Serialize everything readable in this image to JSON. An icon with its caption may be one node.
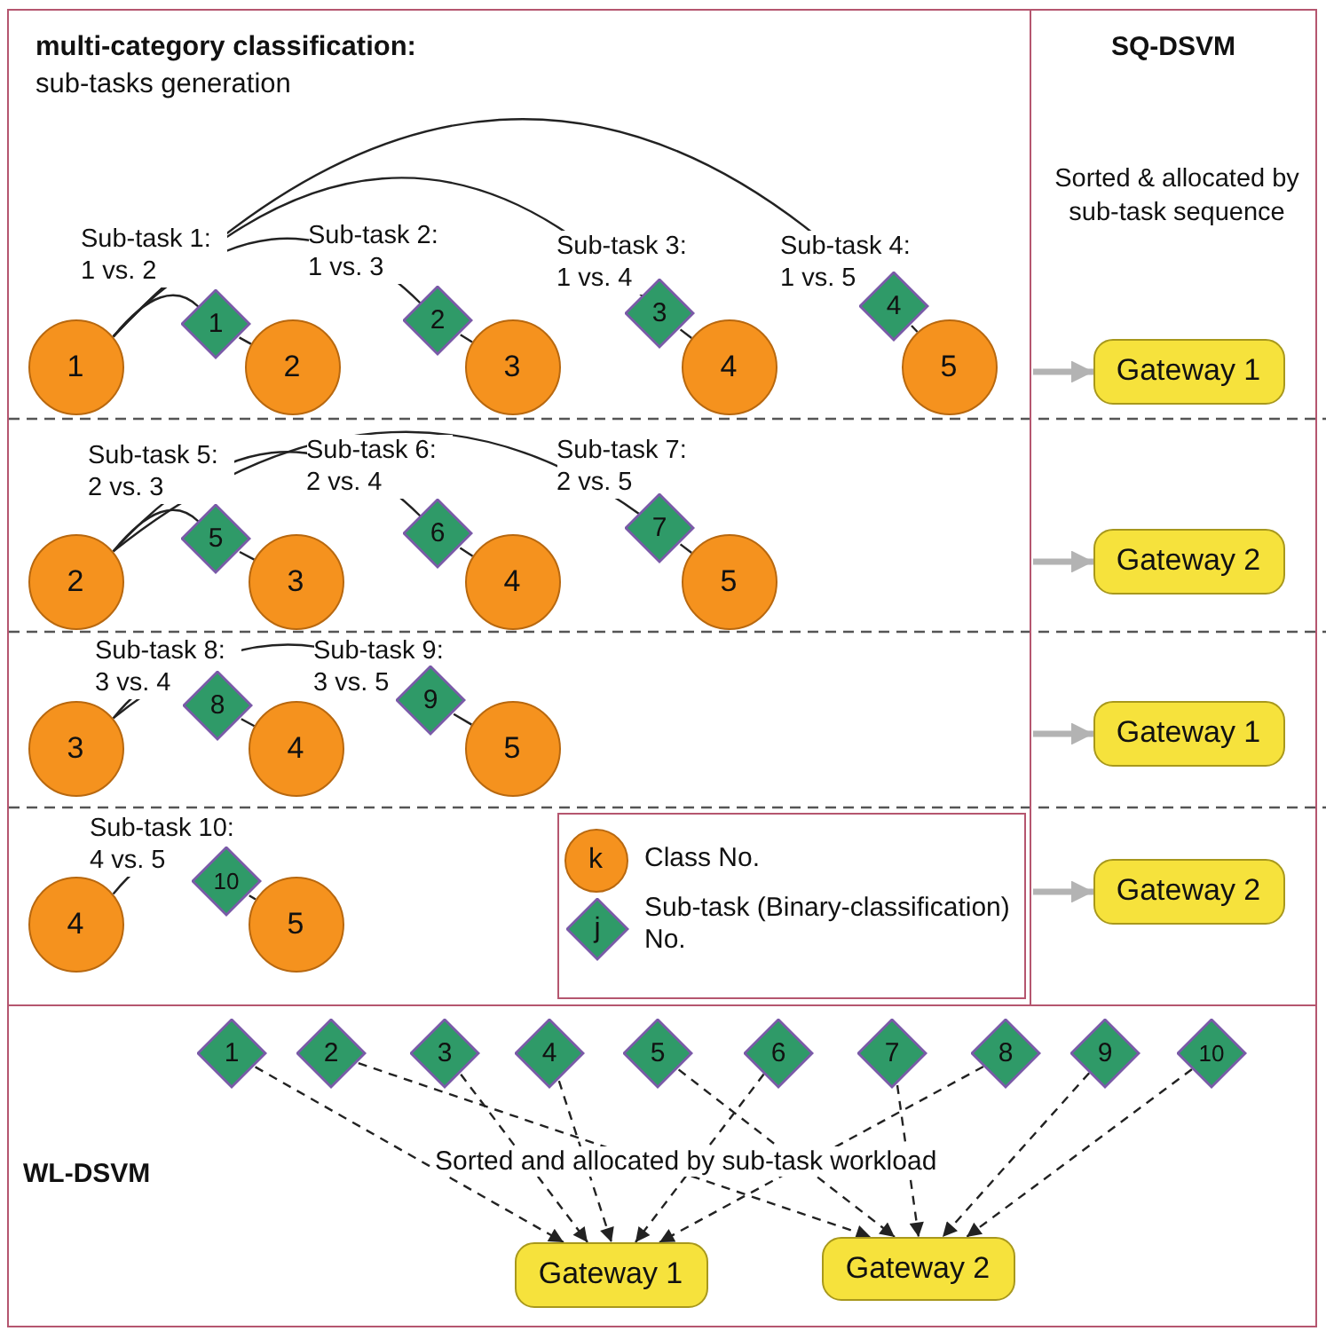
{
  "diagram": {
    "nodes": [
      {
        "text": [
          "multi-category classification:",
          "sub-tasks generation"
        ]
      },
      {
        "text": [
          "1"
        ],
        "in": 0
      },
      {
        "text": [
          "1"
        ],
        "in": 0,
        "beside": [
          "Sub-task 1: 1 vs. 2"
        ]
      },
      {
        "text": [
          "2"
        ],
        "in": 0
      },
      {
        "text": [
          "2"
        ],
        "in": 0,
        "beside": [
          "Sub-task 2: 1 vs. 3"
        ]
      },
      {
        "text": [
          "3"
        ],
        "in": 0
      },
      {
        "text": [
          "3"
        ],
        "in": 0,
        "beside": [
          "Sub-task 3: 1 vs. 4"
        ]
      },
      {
        "text": [
          "4"
        ],
        "in": 0
      },
      {
        "text": [
          "4"
        ],
        "in": 0,
        "beside": [
          "Sub-task 4: 1 vs. 5"
        ]
      },
      {
        "text": [
          "5"
        ],
        "in": 0
      },
      {
        "text": [
          "2"
        ],
        "in": 0
      },
      {
        "text": [
          "5"
        ],
        "in": 0,
        "beside": [
          "Sub-task 5: 2 vs. 3"
        ]
      },
      {
        "text": [
          "3"
        ],
        "in": 0
      },
      {
        "text": [
          "6"
        ],
        "in": 0,
        "beside": [
          "Sub-task 6: 2 vs. 4"
        ]
      },
      {
        "text": [
          "4"
        ],
        "in": 0
      },
      {
        "text": [
          "7"
        ],
        "in": 0,
        "beside": [
          "Sub-task 7: 2 vs. 5"
        ]
      },
      {
        "text": [
          "5"
        ],
        "in": 0
      },
      {
        "text": [
          "3"
        ],
        "in": 0
      },
      {
        "text": [
          "8"
        ],
        "in": 0,
        "beside": [
          "Sub-task 8: 3 vs. 4"
        ]
      },
      {
        "text": [
          "4"
        ],
        "in": 0
      },
      {
        "text": [
          "9"
        ],
        "in": 0,
        "beside": [
          "Sub-task 9: 3 vs. 5"
        ]
      },
      {
        "text": [
          "5"
        ],
        "in": 0
      },
      {
        "text": [
          "4"
        ],
        "in": 0
      },
      {
        "text": [
          "10"
        ],
        "in": 0,
        "beside": [
          "Sub-task 10: 4 vs. 5"
        ]
      },
      {
        "text": [
          "5"
        ],
        "in": 0
      },
      {
        "text": [
          "SQ-DSVM",
          "Sorted & allocated by sub-task sequence"
        ]
      },
      {
        "text": [
          "Gateway 1"
        ],
        "in": 25
      },
      {
        "text": [
          "Gateway 2"
        ],
        "in": 25
      },
      {
        "text": [
          "Gateway 1"
        ],
        "in": 25
      },
      {
        "text": [
          "Gateway 2"
        ],
        "in": 25
      },
      {
        "text": [
          "WL-DSVM",
          "Sorted and allocated by sub-task workload"
        ]
      },
      {
        "text": [
          "1"
        ],
        "in": 30
      },
      {
        "text": [
          "2"
        ],
        "in": 30
      },
      {
        "text": [
          "3"
        ],
        "in": 30
      },
      {
        "text": [
          "4"
        ],
        "in": 30
      },
      {
        "text": [
          "5"
        ],
        "in": 30
      },
      {
        "text": [
          "6"
        ],
        "in": 30
      },
      {
        "text": [
          "7"
        ],
        "in": 30
      },
      {
        "text": [
          "8"
        ],
        "in": 30
      },
      {
        "text": [
          "9"
        ],
        "in": 30
      },
      {
        "text": [
          "10"
        ],
        "in": 30
      },
      {
        "text": [
          "Gateway 1"
        ],
        "in": 30
      },
      {
        "text": [
          "Gateway 2"
        ],
        "in": 30
      }
    ],
    "edges": [
      {
        "from": 1,
        "to": 2,
        "arrow": "none"
      },
      {
        "from": 2,
        "to": 3,
        "arrow": "none"
      },
      {
        "from": 1,
        "to": 4,
        "arrow": "none"
      },
      {
        "from": 4,
        "to": 5,
        "arrow": "none"
      },
      {
        "from": 1,
        "to": 6,
        "arrow": "none"
      },
      {
        "from": 6,
        "to": 7,
        "arrow": "none"
      },
      {
        "from": 1,
        "to": 8,
        "arrow": "none"
      },
      {
        "from": 8,
        "to": 9,
        "arrow": "none"
      },
      {
        "from": 10,
        "to": 11,
        "arrow": "none"
      },
      {
        "from": 11,
        "to": 12,
        "arrow": "none"
      },
      {
        "from": 10,
        "to": 13,
        "arrow": "none"
      },
      {
        "from": 13,
        "to": 14,
        "arrow": "none"
      },
      {
        "from": 10,
        "to": 15,
        "arrow": "none"
      },
      {
        "from": 15,
        "to": 16,
        "arrow": "none"
      },
      {
        "from": 17,
        "to": 18,
        "arrow": "none"
      },
      {
        "from": 18,
        "to": 19,
        "arrow": "none"
      },
      {
        "from": 17,
        "to": 20,
        "arrow": "none"
      },
      {
        "from": 20,
        "to": 21,
        "arrow": "none"
      },
      {
        "from": 22,
        "to": 23,
        "arrow": "none"
      },
      {
        "from": 23,
        "to": 24,
        "arrow": "none"
      },
      {
        "from": null,
        "to": 26,
        "arrow": "to",
        "style": "thick",
        "color": "#b3b3b3"
      },
      {
        "from": null,
        "to": 27,
        "arrow": "to",
        "style": "thick",
        "color": "#b3b3b3"
      },
      {
        "from": null,
        "to": 28,
        "arrow": "to",
        "style": "thick",
        "color": "#b3b3b3"
      },
      {
        "from": null,
        "to": 29,
        "arrow": "to",
        "style": "thick",
        "color": "#b3b3b3"
      },
      {
        "from": 31,
        "to": 41,
        "arrow": "to",
        "style": "dashed"
      },
      {
        "from": 32,
        "to": 42,
        "arrow": "to",
        "style": "dashed"
      },
      {
        "from": 33,
        "to": 41,
        "arrow": "to",
        "style": "dashed"
      },
      {
        "from": 34,
        "to": 41,
        "arrow": "to",
        "style": "dashed"
      },
      {
        "from": 35,
        "to": 42,
        "arrow": "to",
        "style": "dashed"
      },
      {
        "from": 36,
        "to": 41,
        "arrow": "to",
        "style": "dashed"
      },
      {
        "from": 37,
        "to": 42,
        "arrow": "to",
        "style": "dashed"
      },
      {
        "from": 38,
        "to": 41,
        "arrow": "to",
        "style": "dashed"
      },
      {
        "from": 39,
        "to": 42,
        "arrow": "to",
        "style": "dashed"
      },
      {
        "from": 40,
        "to": 42,
        "arrow": "to",
        "style": "dashed"
      }
    ],
    "labels": [
      "k",
      "j"
    ],
    "legend": [
      {
        "text": "Class No."
      },
      {
        "text": "Sub-task (Binary-classification) No."
      }
    ]
  }
}
